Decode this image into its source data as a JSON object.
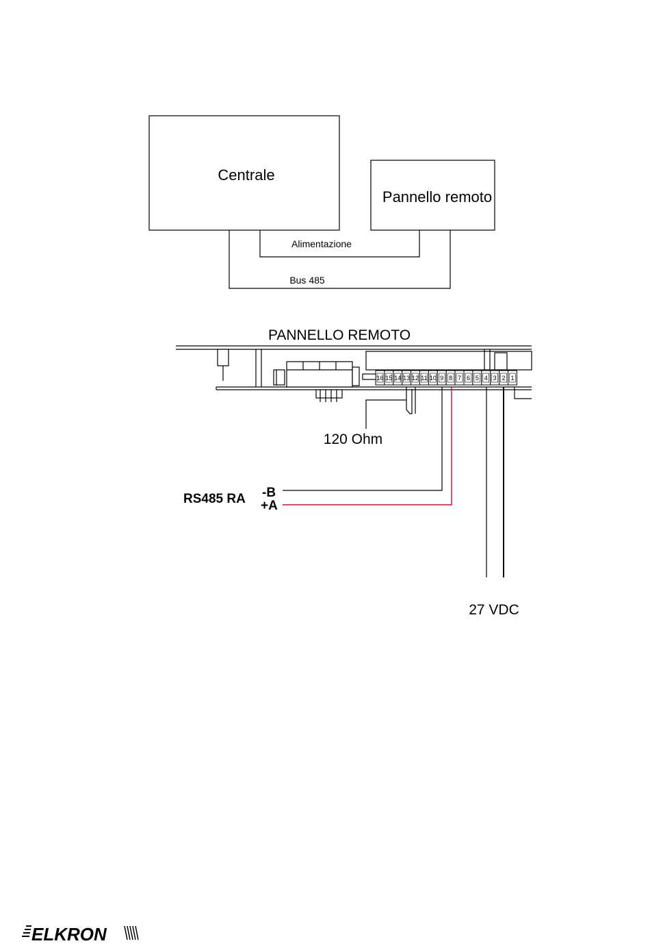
{
  "top_diagram": {
    "centrale_label": "Centrale",
    "pannello_label": "Pannello remoto",
    "alimentazione_label": "Alimentazione",
    "bus_label": "Bus 485"
  },
  "board": {
    "title": "PANNELLO REMOTO",
    "terminals": [
      "16",
      "15",
      "14",
      "13",
      "12",
      "11",
      "10",
      "9",
      "8",
      "7",
      "6",
      "5",
      "4",
      "3",
      "2",
      "1"
    ],
    "resistor_label": "120 Ohm",
    "rs485_label": "RS485 RA",
    "minus_b_label": "-B",
    "plus_a_label": "+A",
    "power_label": "27 VDC"
  },
  "colors": {
    "plus_a_wire": "#c8102e",
    "line": "#000000"
  },
  "footer": {
    "logo_text": "ELKRON"
  }
}
